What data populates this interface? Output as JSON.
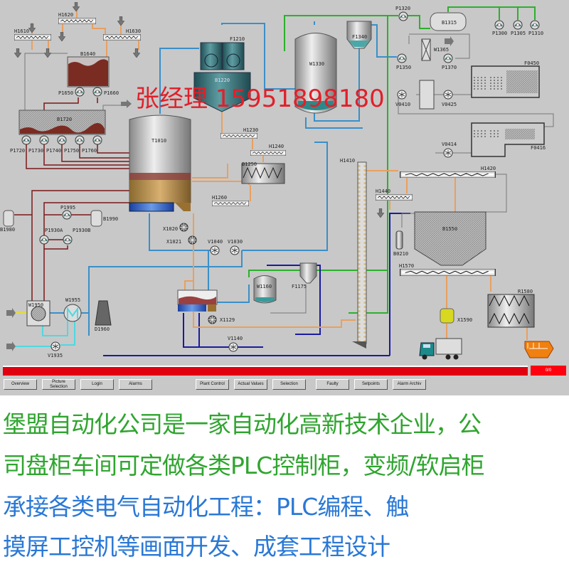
{
  "labels": {
    "h1610": "H1610",
    "h1620": "H1620",
    "h1630": "H1630",
    "b1640": "B1640",
    "p1650": "P1650",
    "p1660": "P1660",
    "b1720": "B1720",
    "p1720": "P1720",
    "p1730": "P1730",
    "p1740": "P1740",
    "p1750": "P1750",
    "p1760": "P1760",
    "t1010": "T1010",
    "f1210": "F1210",
    "b1220": "B1220",
    "h1230": "H1230",
    "h1240": "H1240",
    "b1250": "B1250",
    "h1260": "H1260",
    "w1330": "W1330",
    "f1340": "F1340",
    "p1320": "P1320",
    "b1315": "B1315",
    "p1300": "P1300",
    "p1305": "P1305",
    "p1310": "P1310",
    "w1365": "W1365",
    "p1350": "P1350",
    "p1370": "P1370",
    "f0450": "F0450",
    "v0410": "V0410",
    "v0425": "V0425",
    "v0414": "V0414",
    "f0416": "F0416",
    "h1410": "H1410",
    "h1420": "H1420",
    "h1440": "H1440",
    "b1550": "B1550",
    "b0210": "B0210",
    "h1570": "H1570",
    "r1580": "R1580",
    "x1590": "X1590",
    "w1160": "W1160",
    "f1175": "F1175",
    "x1129": "X1129",
    "v1140": "V1140",
    "x1020": "X1020",
    "x1021": "X1021",
    "v1040": "V1040",
    "v1030": "V1030",
    "b1980": "B1980",
    "b1990": "B1990",
    "p1995": "P1995",
    "p1930a": "P1930A",
    "p1930b": "P1930B",
    "w1950": "W1950",
    "w1955": "W1955",
    "d1960": "D1960",
    "v1935": "V1935"
  },
  "alarm": {
    "count": "0/0",
    "bar_color": "#e00010"
  },
  "nav": {
    "overview": "Overview",
    "picture_selection": "Picture Selection",
    "login": "Login",
    "alarms": "Alarms",
    "plant_control": "Plant Control",
    "actual_values": "Actual Values",
    "selection": "Selection",
    "faulty": "Faulty",
    "setpoints": "Setpoints",
    "alarm_archive": "Alarm Archiv"
  },
  "watermark": "张经理 15951898180",
  "ad_lines": [
    "堡盟自动化公司是一家自动化高新技术企业，公",
    "司盘柜车间可定做各类PLC控制柜，变频/软启柜",
    "承接各类电气自动化工程：PLC编程、触",
    "摸屏工控机等画面开发、成套工程设计"
  ],
  "colors": {
    "ad_green": "#2fa52f",
    "ad_blue": "#2a78d6",
    "pipe_water": "#3a8fc8",
    "pipe_material": "#e8a060",
    "pipe_sludge": "#7a1818",
    "pipe_green": "#2cb02c",
    "pipe_navy": "#1a1aa0"
  }
}
